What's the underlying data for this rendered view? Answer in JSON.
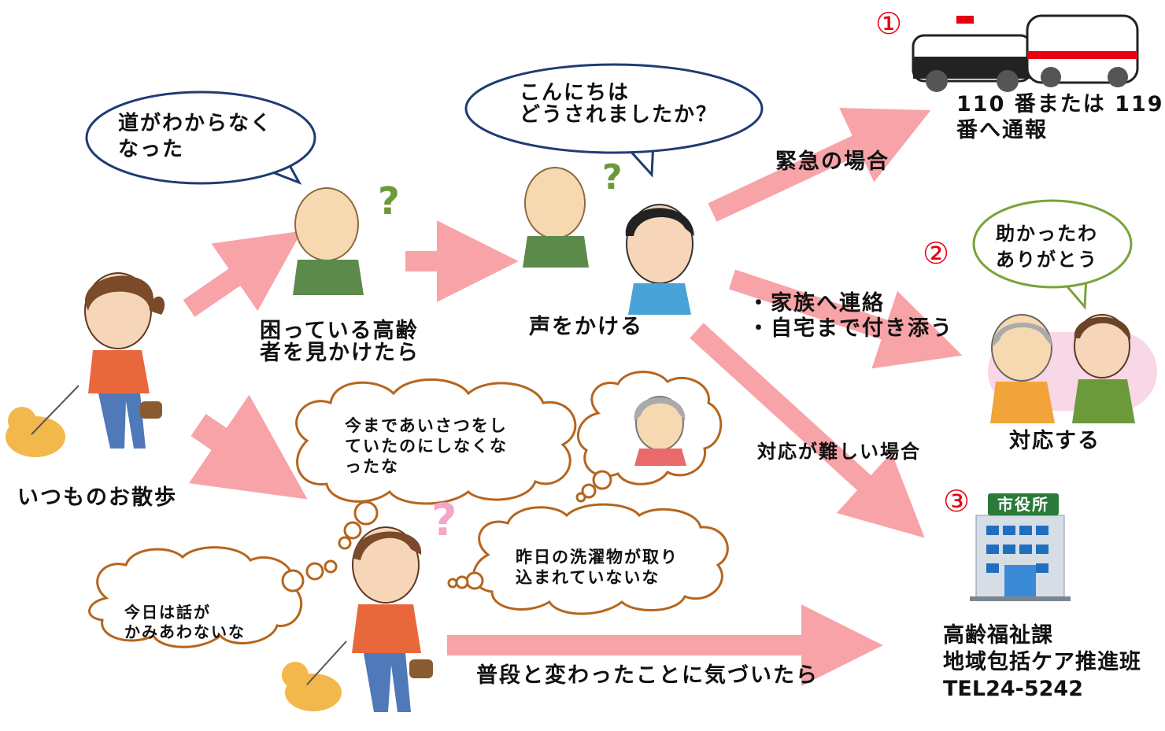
{
  "colors": {
    "arrow": "#f7a3a8",
    "speech_stroke": "#1f3b74",
    "cloud_stroke": "#b5651d",
    "green_stroke": "#7aa33a",
    "number_red": "#e60012"
  },
  "walk": {
    "label": "いつものお散歩"
  },
  "encounter": {
    "bubble_line1": "道がわからなく",
    "bubble_line2": "なった",
    "label_line1": "困っている高齢",
    "label_line2": "者を見かけたら"
  },
  "call_out": {
    "bubble_line1": "こんにちは",
    "bubble_line2": "どうされましたか？",
    "label": "声をかける"
  },
  "branch_emergency": {
    "number": "①",
    "arrow_label": "緊急の場合",
    "result_line1": "110 番または 119",
    "result_line2": "番へ通報"
  },
  "branch_family": {
    "number": "②",
    "bullet1": "・家族へ連絡",
    "bullet2": "・自宅まで付き添う",
    "bubble_line1": "助かったわ",
    "bubble_line2": "ありがとう",
    "result_label": "対応する"
  },
  "branch_city": {
    "number": "③",
    "arrow_label": "対応が難しい場合",
    "sign": "市役所",
    "dept_line1": "高齢福祉課",
    "dept_line2": "地域包括ケア推進班",
    "tel": "TEL24-5242"
  },
  "notice": {
    "cloud1_line1": "今まであいさつをし",
    "cloud1_line2": "ていたのにしなくな",
    "cloud1_line3": "ったな",
    "cloud2_line1": "昨日の洗濯物が取り",
    "cloud2_line2": "込まれていないな",
    "cloud3_line1": "今日は話が",
    "cloud3_line2": "かみあわないな",
    "arrow_label": "普段と変わったことに気づいたら"
  }
}
